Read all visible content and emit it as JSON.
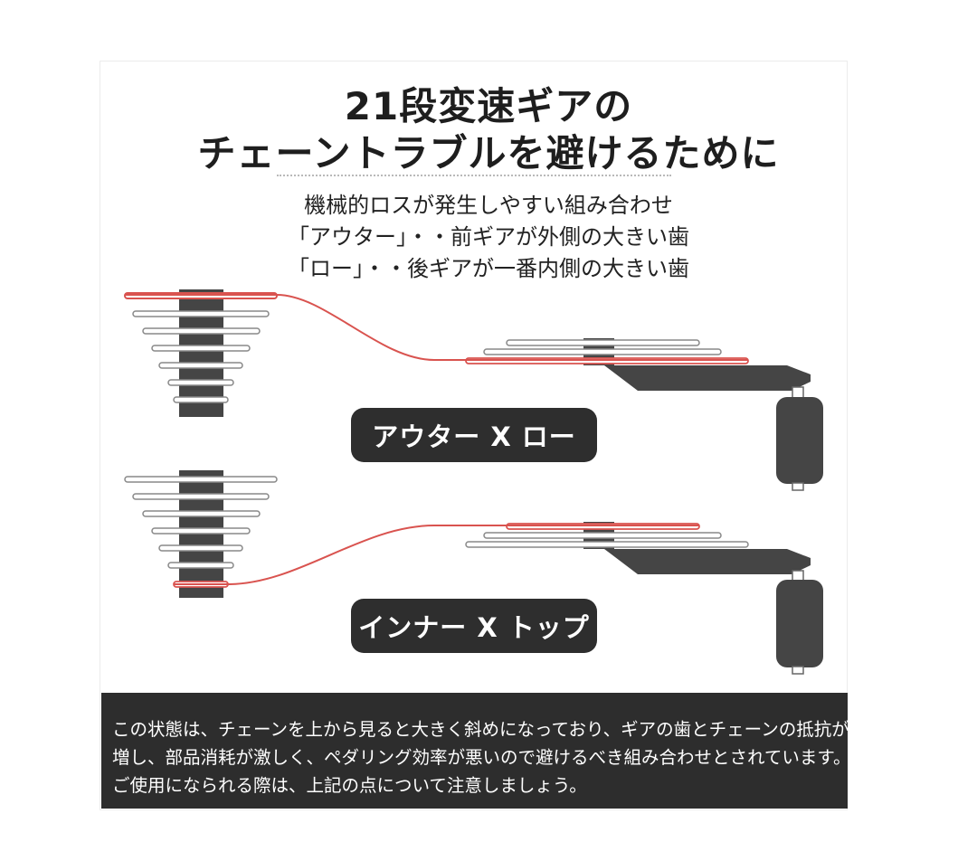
{
  "header": {
    "title_line1": "21段変速ギアの",
    "title_line2": "チェーントラブルを避けるために"
  },
  "subtitle": {
    "line1": "機械的ロスが発生しやすい組み合わせ",
    "line2": "「アウター」・・前ギアが外側の大きい歯",
    "line3": "「ロー」・・後ギアが一番内側の大きい歯"
  },
  "labels": {
    "outer_low": "アウター X ロー",
    "inner_top": "インナー X トップ"
  },
  "footer": {
    "line1": "この状態は、チェーンを上から見ると大きく斜めになっており、ギアの歯とチェーンの抵抗が",
    "line2": "増し、部品消耗が激しく、ペダリング効率が悪いので避けるべき組み合わせとされています。",
    "line3": "ご使用になられる際は、上記の点について注意しましょう。"
  },
  "colors": {
    "chain": "#d9534f",
    "gear_body": "#454545",
    "footer_bg": "#2d2d2d"
  }
}
